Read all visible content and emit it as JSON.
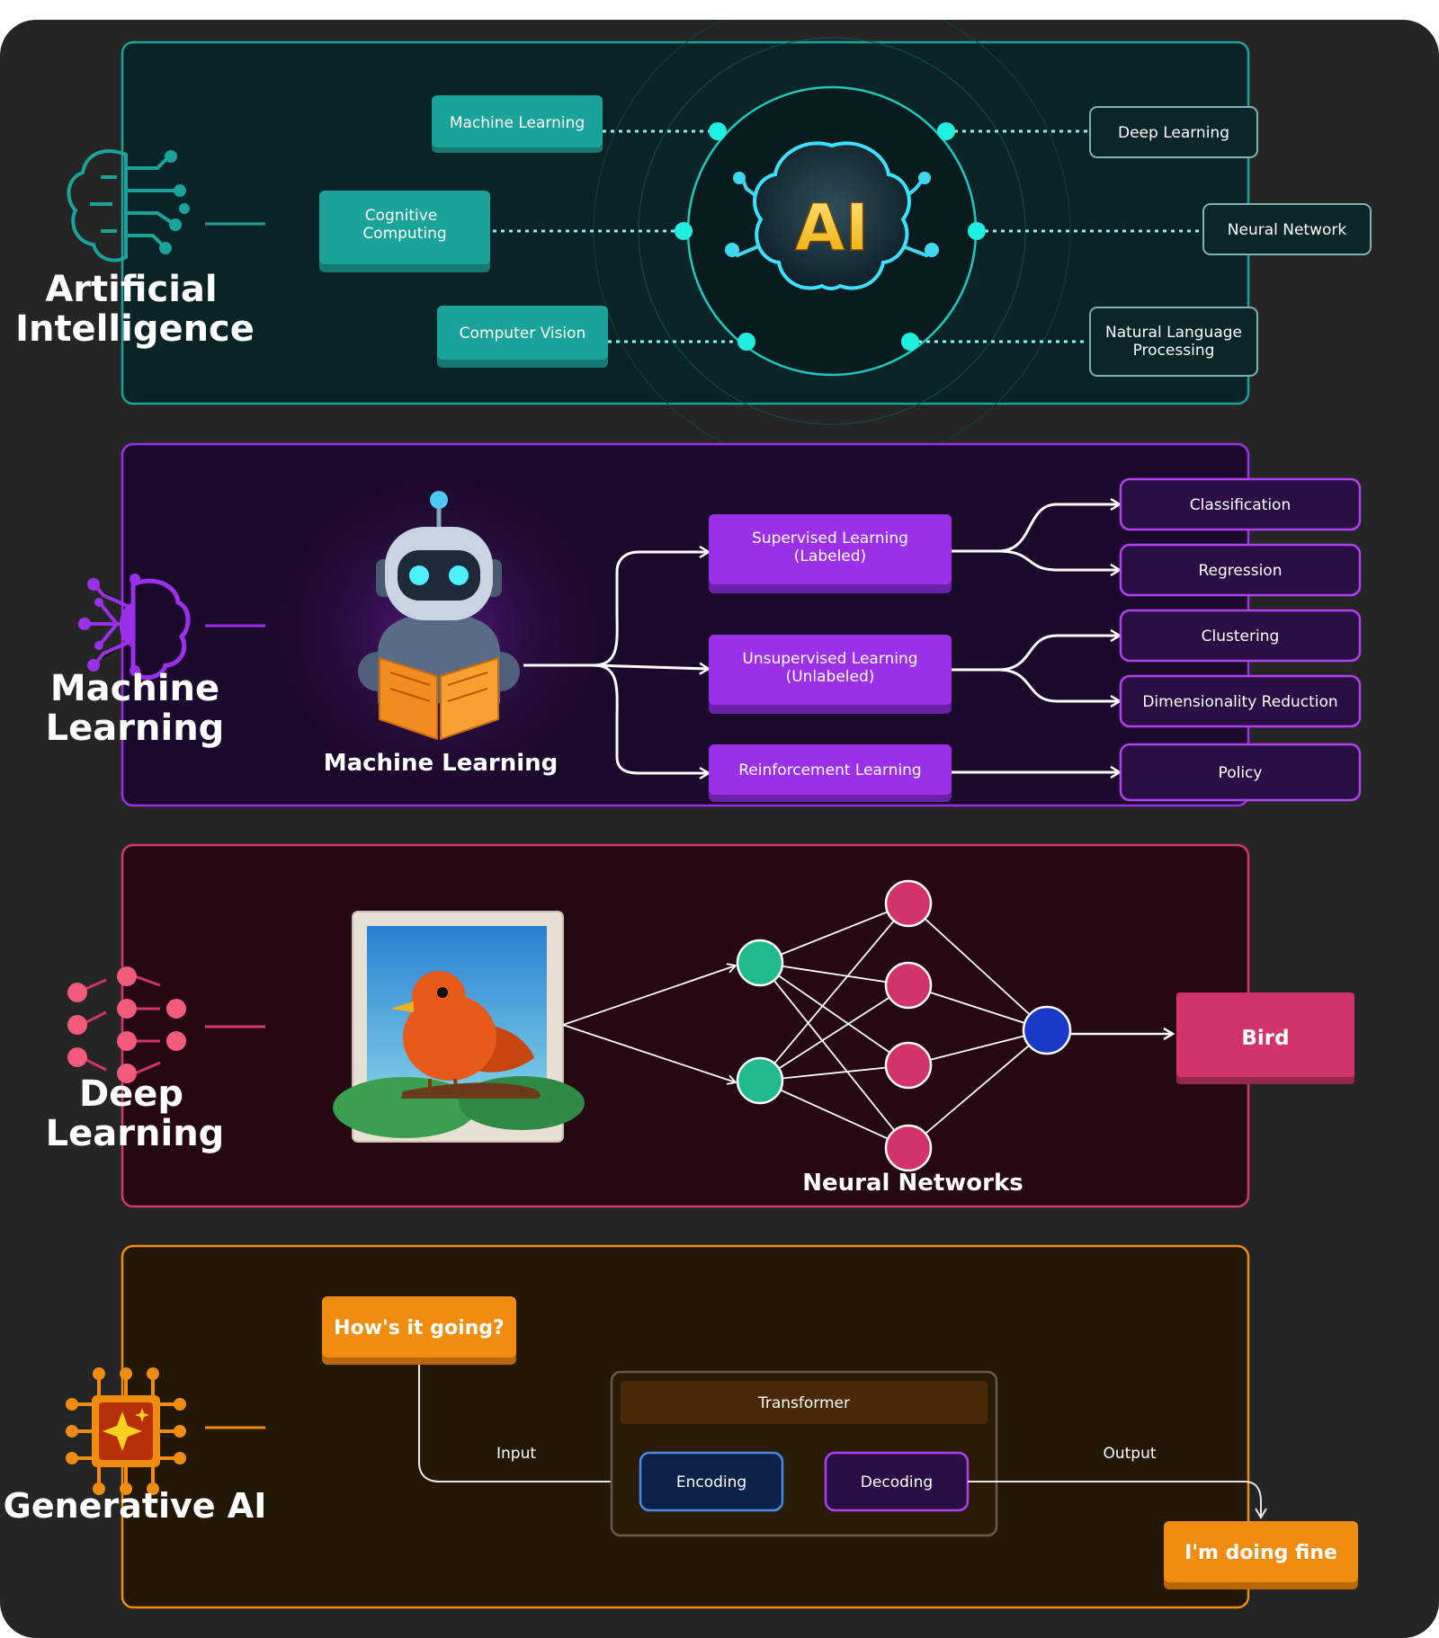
{
  "colors": {
    "background": "#252525",
    "ai_accent": "#1aa39a",
    "ml_accent": "#9b30e8",
    "dl_accent": "#d13a6a",
    "gen_accent": "#f08c10"
  },
  "sections": {
    "ai": {
      "title_line1": "Artificial",
      "title_line2": "Intelligence",
      "icon": "brain-circuit-icon",
      "core_label": "AI",
      "left_nodes": [
        "Machine Learning",
        "Cognitive",
        "Computing",
        "Computer Vision"
      ],
      "right_nodes": [
        "Deep Learning",
        "Neural Network",
        "Natural Language",
        "Processing"
      ]
    },
    "ml": {
      "title_line1": "Machine",
      "title_line2": "Learning",
      "icon": "half-brain-circuit-icon",
      "robot_icon": "robot-reading-book-icon",
      "robot_caption": "Machine Learning",
      "types": [
        {
          "line1": "Supervised Learning",
          "line2": "(Labeled)"
        },
        {
          "line1": "Unsupervised Learning",
          "line2": "(Unlabeled)"
        },
        {
          "line1": "Reinforcement Learning",
          "line2": ""
        }
      ],
      "outcomes": [
        "Classification",
        "Regression",
        "Clustering",
        "Dimensionality Reduction",
        "Policy"
      ]
    },
    "dl": {
      "title_line1": "Deep",
      "title_line2": "Learning",
      "icon": "neural-dots-icon",
      "image_icon": "bird-photo-icon",
      "network_caption": "Neural Networks",
      "output_label": "Bird"
    },
    "gen": {
      "title": "Generative AI",
      "icon": "sparkle-chip-icon",
      "input_text": "How's it going?",
      "input_label": "Input",
      "transformer_label": "Transformer",
      "encoding_label": "Encoding",
      "decoding_label": "Decoding",
      "output_label": "Output",
      "output_text": "I'm doing fine"
    }
  }
}
